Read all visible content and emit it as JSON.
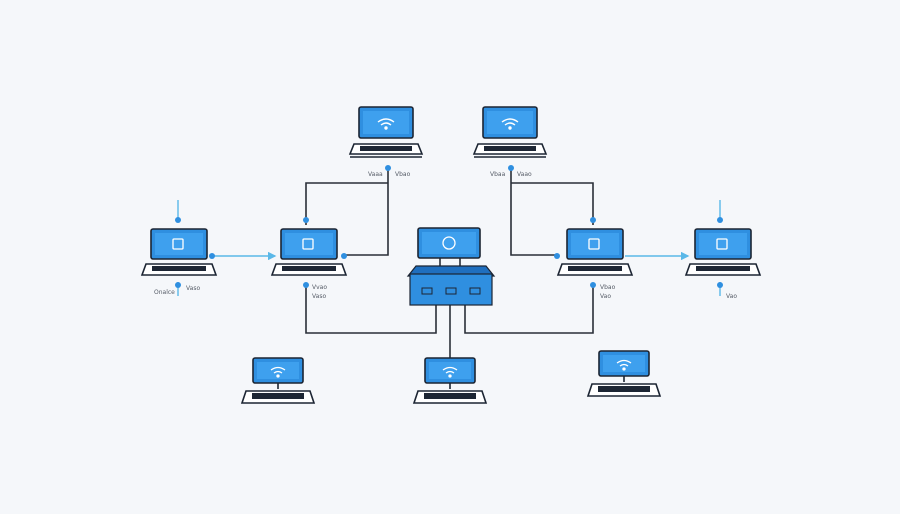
{
  "colors": {
    "background": "#f5f7fa",
    "screen": "#2f8fe0",
    "screen_dark": "#1f6fbf",
    "outline": "#1c2533",
    "keyboard": "#ffffff",
    "wire": "#2a2f38",
    "link_light": "#5ab8e8",
    "node_dot": "#2f8fe0"
  },
  "icons": {
    "wifi": "wifi-icon",
    "square": "square-icon",
    "circle": "circle-icon",
    "hub": "network-switch-icon"
  },
  "labels": {
    "top_left_a": "Vaaa",
    "top_left_b": "Vbao",
    "top_right_a": "Vbaa",
    "top_right_b": "Vaao",
    "far_left_bottom": "Onalce",
    "far_left_bottom_b": "Vaso",
    "mid_left_bottom": "Vvao",
    "mid_left_bottom_b": "Vaso",
    "mid_right_bottom": "Vbao",
    "mid_right_bottom_b": "Vao",
    "far_right_bottom": "Vao"
  }
}
